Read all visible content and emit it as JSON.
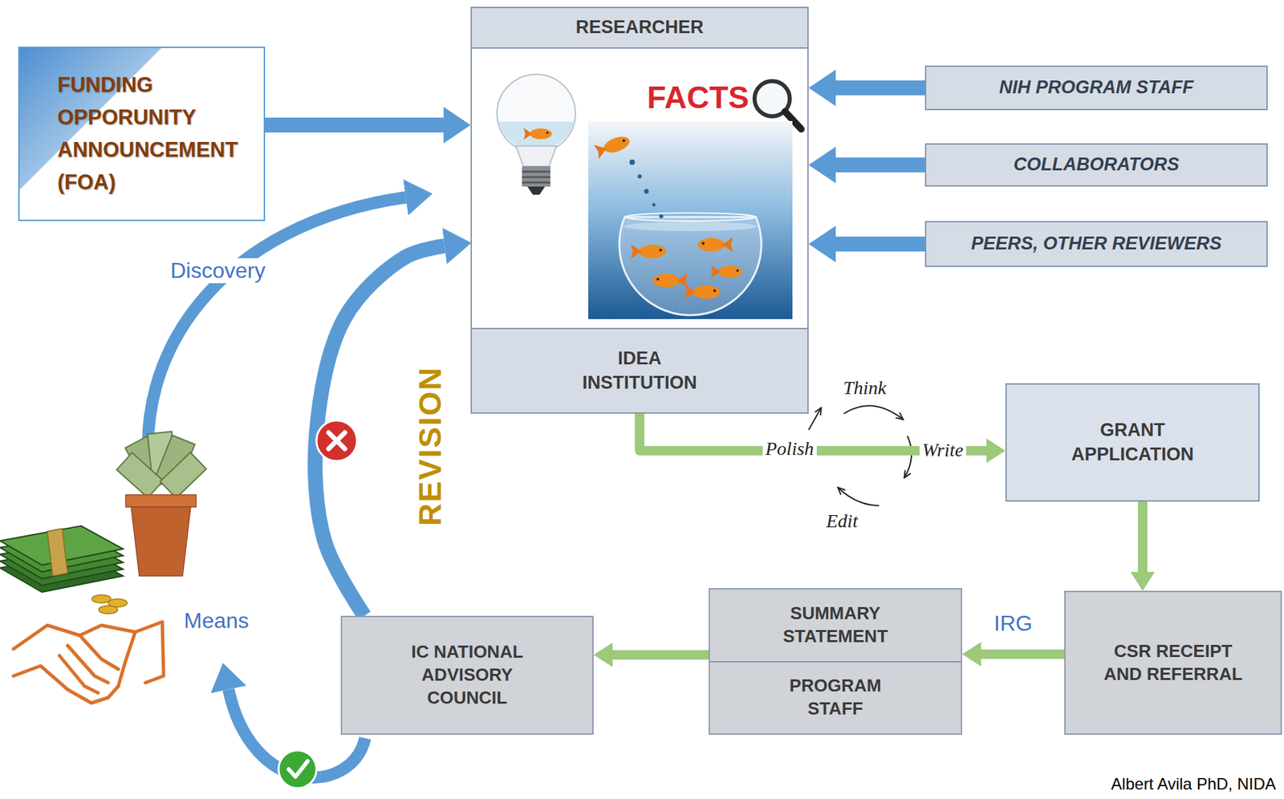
{
  "diagram": {
    "nodes": [
      {
        "text": [
          "FUNDING OPPORUNITY ANNOUNCEMENT (FOA)"
        ]
      },
      {
        "text": [
          "RESEARCHER",
          "IDEA INSTITUTION"
        ]
      },
      {
        "text": [
          "NIH PROGRAM STAFF"
        ]
      },
      {
        "text": [
          "COLLABORATORS"
        ]
      },
      {
        "text": [
          "PEERS, OTHER REVIEWERS"
        ]
      },
      {
        "text": [
          "GRANT APPLICATION"
        ]
      },
      {
        "text": [
          "CSR RECEIPT AND REFERRAL"
        ]
      },
      {
        "text": [
          "SUMMARY STATEMENT",
          "PROGRAM STAFF"
        ]
      },
      {
        "text": [
          "IC NATIONAL ADVISORY COUNCIL"
        ]
      }
    ],
    "edges": [
      {
        "from": 0,
        "to": 1,
        "arrow": "to"
      },
      {
        "from": 2,
        "to": 1,
        "arrow": "to"
      },
      {
        "from": 3,
        "to": 1,
        "arrow": "to"
      },
      {
        "from": 4,
        "to": 1,
        "arrow": "to"
      },
      {
        "from": 1,
        "to": 5,
        "arrow": "to"
      },
      {
        "from": 5,
        "to": 6,
        "arrow": "to"
      },
      {
        "from": 6,
        "to": 7,
        "label": "IRG",
        "arrow": "to"
      },
      {
        "from": 7,
        "to": 8,
        "arrow": "to"
      },
      {
        "from": 8,
        "to": 1,
        "arrow": "to"
      }
    ],
    "labels": [
      "FACTS",
      "Discovery",
      "REVISION",
      "Think",
      "Polish",
      "Write",
      "Edit",
      "Means",
      "Albert Avila PhD, NIDA"
    ]
  }
}
